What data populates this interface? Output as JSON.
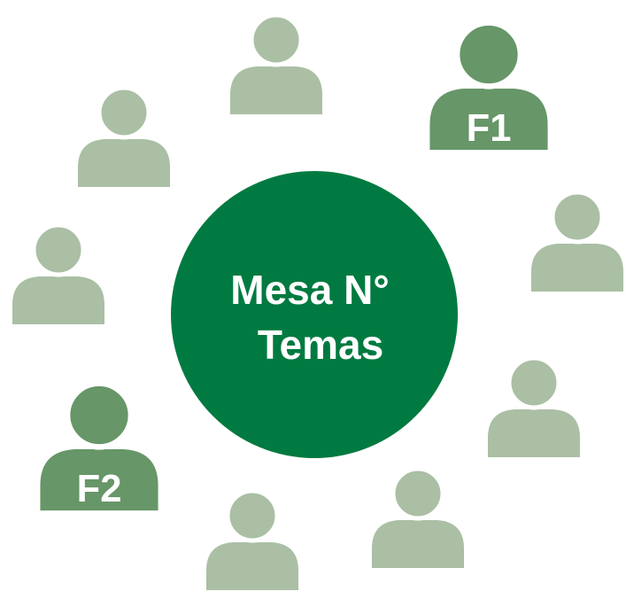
{
  "center": {
    "line1": "Mesa N°",
    "line2": "Temas",
    "color": "#007a40",
    "text_color": "#ffffff"
  },
  "people": [
    {
      "id": "p1",
      "label": "",
      "highlight": false
    },
    {
      "id": "p2",
      "label": "F1",
      "highlight": true
    },
    {
      "id": "p3",
      "label": "",
      "highlight": false
    },
    {
      "id": "p4",
      "label": "",
      "highlight": false
    },
    {
      "id": "p5",
      "label": "",
      "highlight": false
    },
    {
      "id": "p6",
      "label": "",
      "highlight": false
    },
    {
      "id": "p7",
      "label": "",
      "highlight": false
    },
    {
      "id": "p8",
      "label": "F2",
      "highlight": true
    },
    {
      "id": "p9",
      "label": "",
      "highlight": false
    },
    {
      "id": "p10",
      "label": "",
      "highlight": false
    }
  ],
  "colors": {
    "person_light": "#aabfa4",
    "person_dark": "#679668",
    "person_label": "#ffffff"
  }
}
